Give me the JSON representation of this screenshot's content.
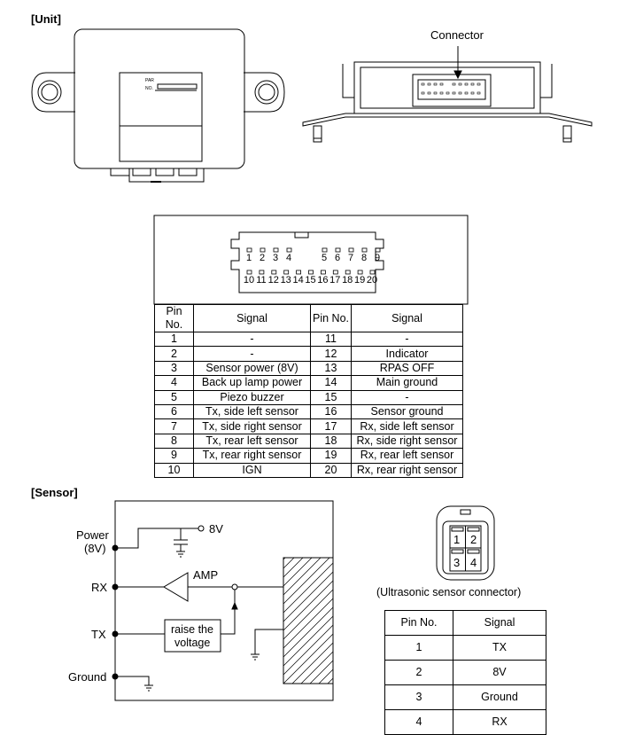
{
  "unit_section": {
    "label": "[Unit]",
    "connector_label": "Connector",
    "part_label": "PAR",
    "no_label": "NO."
  },
  "connector_diagram": {
    "top_pins": [
      "1",
      "2",
      "3",
      "4",
      "5",
      "6",
      "7",
      "8",
      "9"
    ],
    "bottom_pins": [
      "10",
      "11",
      "12",
      "13",
      "14",
      "15",
      "16",
      "17",
      "18",
      "19",
      "20"
    ]
  },
  "pin_table": {
    "headers": [
      "Pin No.",
      "Signal",
      "Pin No.",
      "Signal"
    ],
    "rows": [
      [
        "1",
        "-",
        "11",
        "-"
      ],
      [
        "2",
        "-",
        "12",
        "Indicator"
      ],
      [
        "3",
        "Sensor power (8V)",
        "13",
        "RPAS OFF"
      ],
      [
        "4",
        "Back up lamp power",
        "14",
        "Main ground"
      ],
      [
        "5",
        "Piezo buzzer",
        "15",
        "-"
      ],
      [
        "6",
        "Tx, side left sensor",
        "16",
        "Sensor ground"
      ],
      [
        "7",
        "Tx, side right sensor",
        "17",
        "Rx, side left sensor"
      ],
      [
        "8",
        "Tx, rear left sensor",
        "18",
        "Rx, side right sensor"
      ],
      [
        "9",
        "Tx, rear right sensor",
        "19",
        "Rx, rear left sensor"
      ],
      [
        "10",
        "IGN",
        "20",
        "Rx, rear right sensor"
      ]
    ]
  },
  "sensor_section": {
    "label": "[Sensor]",
    "power_label": "Power",
    "power_sub": "(8V)",
    "rx_label": "RX",
    "tx_label": "TX",
    "ground_label": "Ground",
    "v8_label": "8V",
    "amp_label": "AMP",
    "raise_line1": "raise the",
    "raise_line2": "voltage",
    "connector_caption": "(Ultrasonic sensor connector)",
    "connector_pins": [
      "1",
      "2",
      "3",
      "4"
    ]
  },
  "sensor_table": {
    "headers": [
      "Pin No.",
      "Signal"
    ],
    "rows": [
      [
        "1",
        "TX"
      ],
      [
        "2",
        "8V"
      ],
      [
        "3",
        "Ground"
      ],
      [
        "4",
        "RX"
      ]
    ]
  }
}
